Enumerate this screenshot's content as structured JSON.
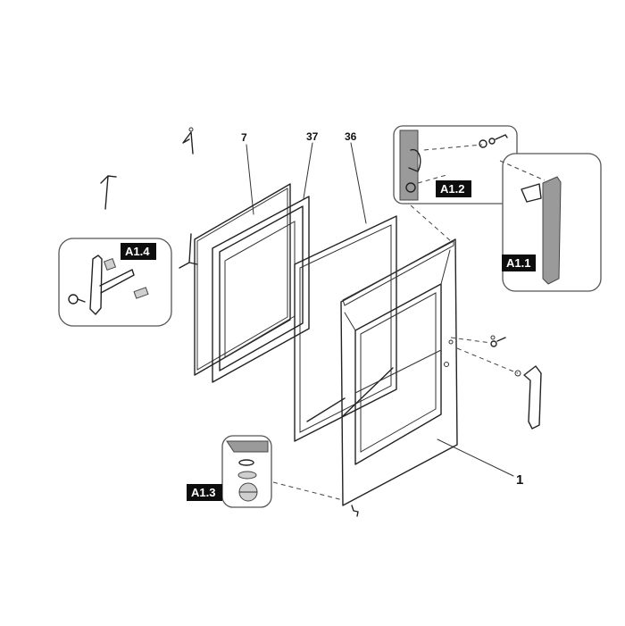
{
  "diagram": {
    "part_numbers": {
      "p7": "7",
      "p37": "37",
      "p36": "36",
      "p1": "1"
    },
    "callouts": {
      "a11": "A1.1",
      "a12": "A1.2",
      "a13": "A1.3",
      "a14": "A1.4"
    }
  }
}
